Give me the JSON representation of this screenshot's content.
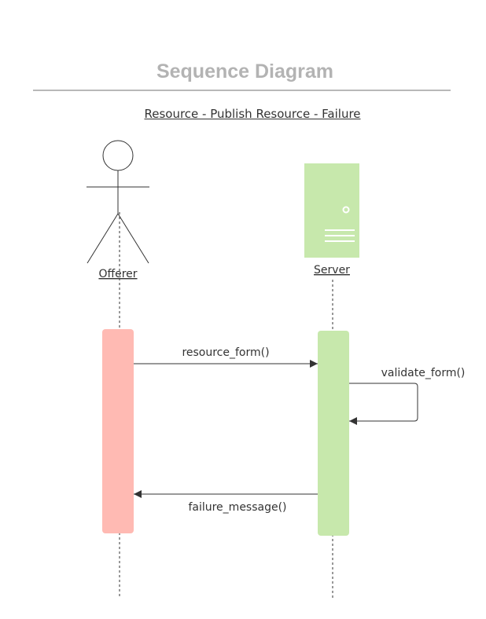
{
  "header": {
    "title": "Sequence Diagram",
    "subtitle": "Resource - Publish Resource - Failure"
  },
  "participants": [
    {
      "name": "Offerer",
      "kind": "actor",
      "color": "#ffbab3"
    },
    {
      "name": "Server",
      "kind": "server",
      "color": "#c7e8ac"
    }
  ],
  "messages": [
    {
      "from": "Offerer",
      "to": "Server",
      "label": "resource_form()"
    },
    {
      "from": "Server",
      "to": "Server",
      "label": "validate_form()"
    },
    {
      "from": "Server",
      "to": "Offerer",
      "label": "failure_message()"
    }
  ]
}
